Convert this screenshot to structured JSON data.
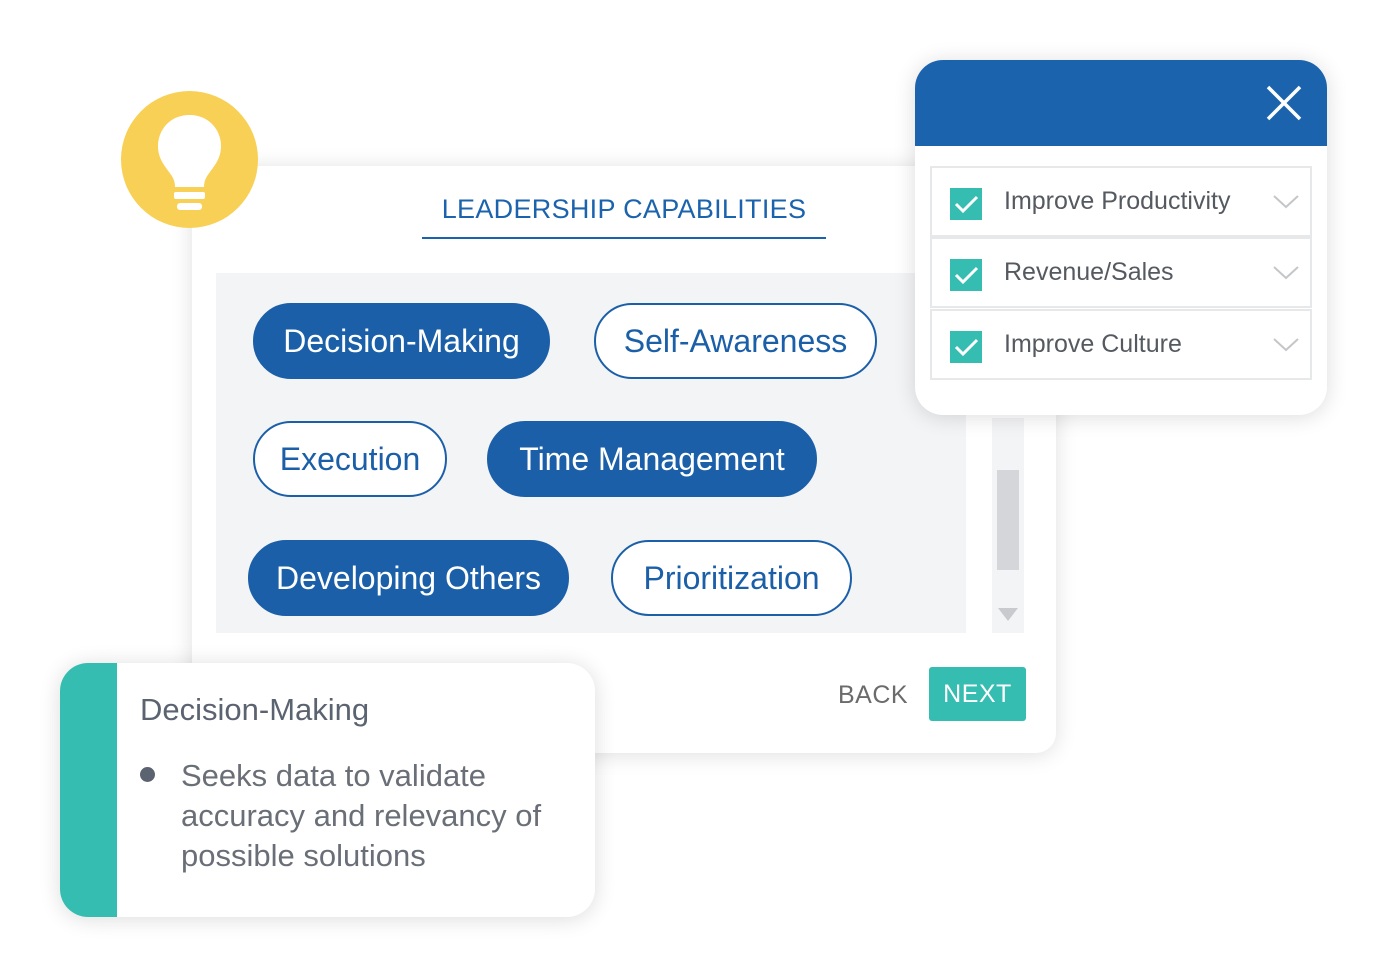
{
  "main": {
    "title": "LEADERSHIP CAPABILITIES",
    "capabilities": [
      {
        "label": "Decision-Making",
        "selected": true
      },
      {
        "label": "Self-Awareness",
        "selected": false
      },
      {
        "label": "Execution",
        "selected": false
      },
      {
        "label": "Time Management",
        "selected": true
      },
      {
        "label": "Developing Others",
        "selected": true
      },
      {
        "label": "Prioritization",
        "selected": false
      }
    ],
    "back_label": "BACK",
    "next_label": "NEXT"
  },
  "goals": {
    "items": [
      {
        "label": "Improve Productivity",
        "checked": true
      },
      {
        "label": "Revenue/Sales",
        "checked": true
      },
      {
        "label": "Improve Culture",
        "checked": true
      }
    ]
  },
  "info": {
    "title": "Decision-Making",
    "bullets": [
      "Seeks data to validate accuracy and relevancy of possible solutions"
    ]
  },
  "colors": {
    "primary_blue": "#1b63ad",
    "teal": "#36bdb1",
    "bulb_yellow": "#f8d055",
    "panel_gray": "#f3f4f6"
  },
  "icons": {
    "bulb": "lightbulb-icon",
    "close": "close-icon",
    "check": "checkmark-icon",
    "chevron": "chevron-down-icon",
    "scroll_down": "scroll-down-arrow-icon"
  }
}
